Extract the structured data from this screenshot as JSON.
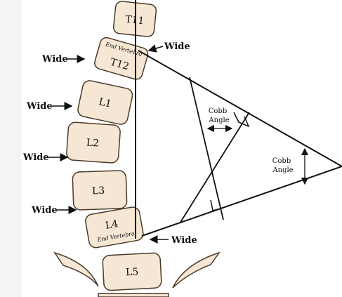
{
  "vertebrae": [
    "T11",
    "T12",
    "L1",
    "L2",
    "L3",
    "L4",
    "L5"
  ],
  "end_vertebra_label": "End Vertebra",
  "wide_label": "Wide",
  "cobb_angle_label": [
    "Cobb",
    "Angle"
  ],
  "colors": {
    "bone_fill": "#f5e7d3",
    "bone_stroke": "#4a3a2a",
    "line": "#111111",
    "sidebar": "#f3f4f6",
    "canvas": "#ffffff"
  }
}
